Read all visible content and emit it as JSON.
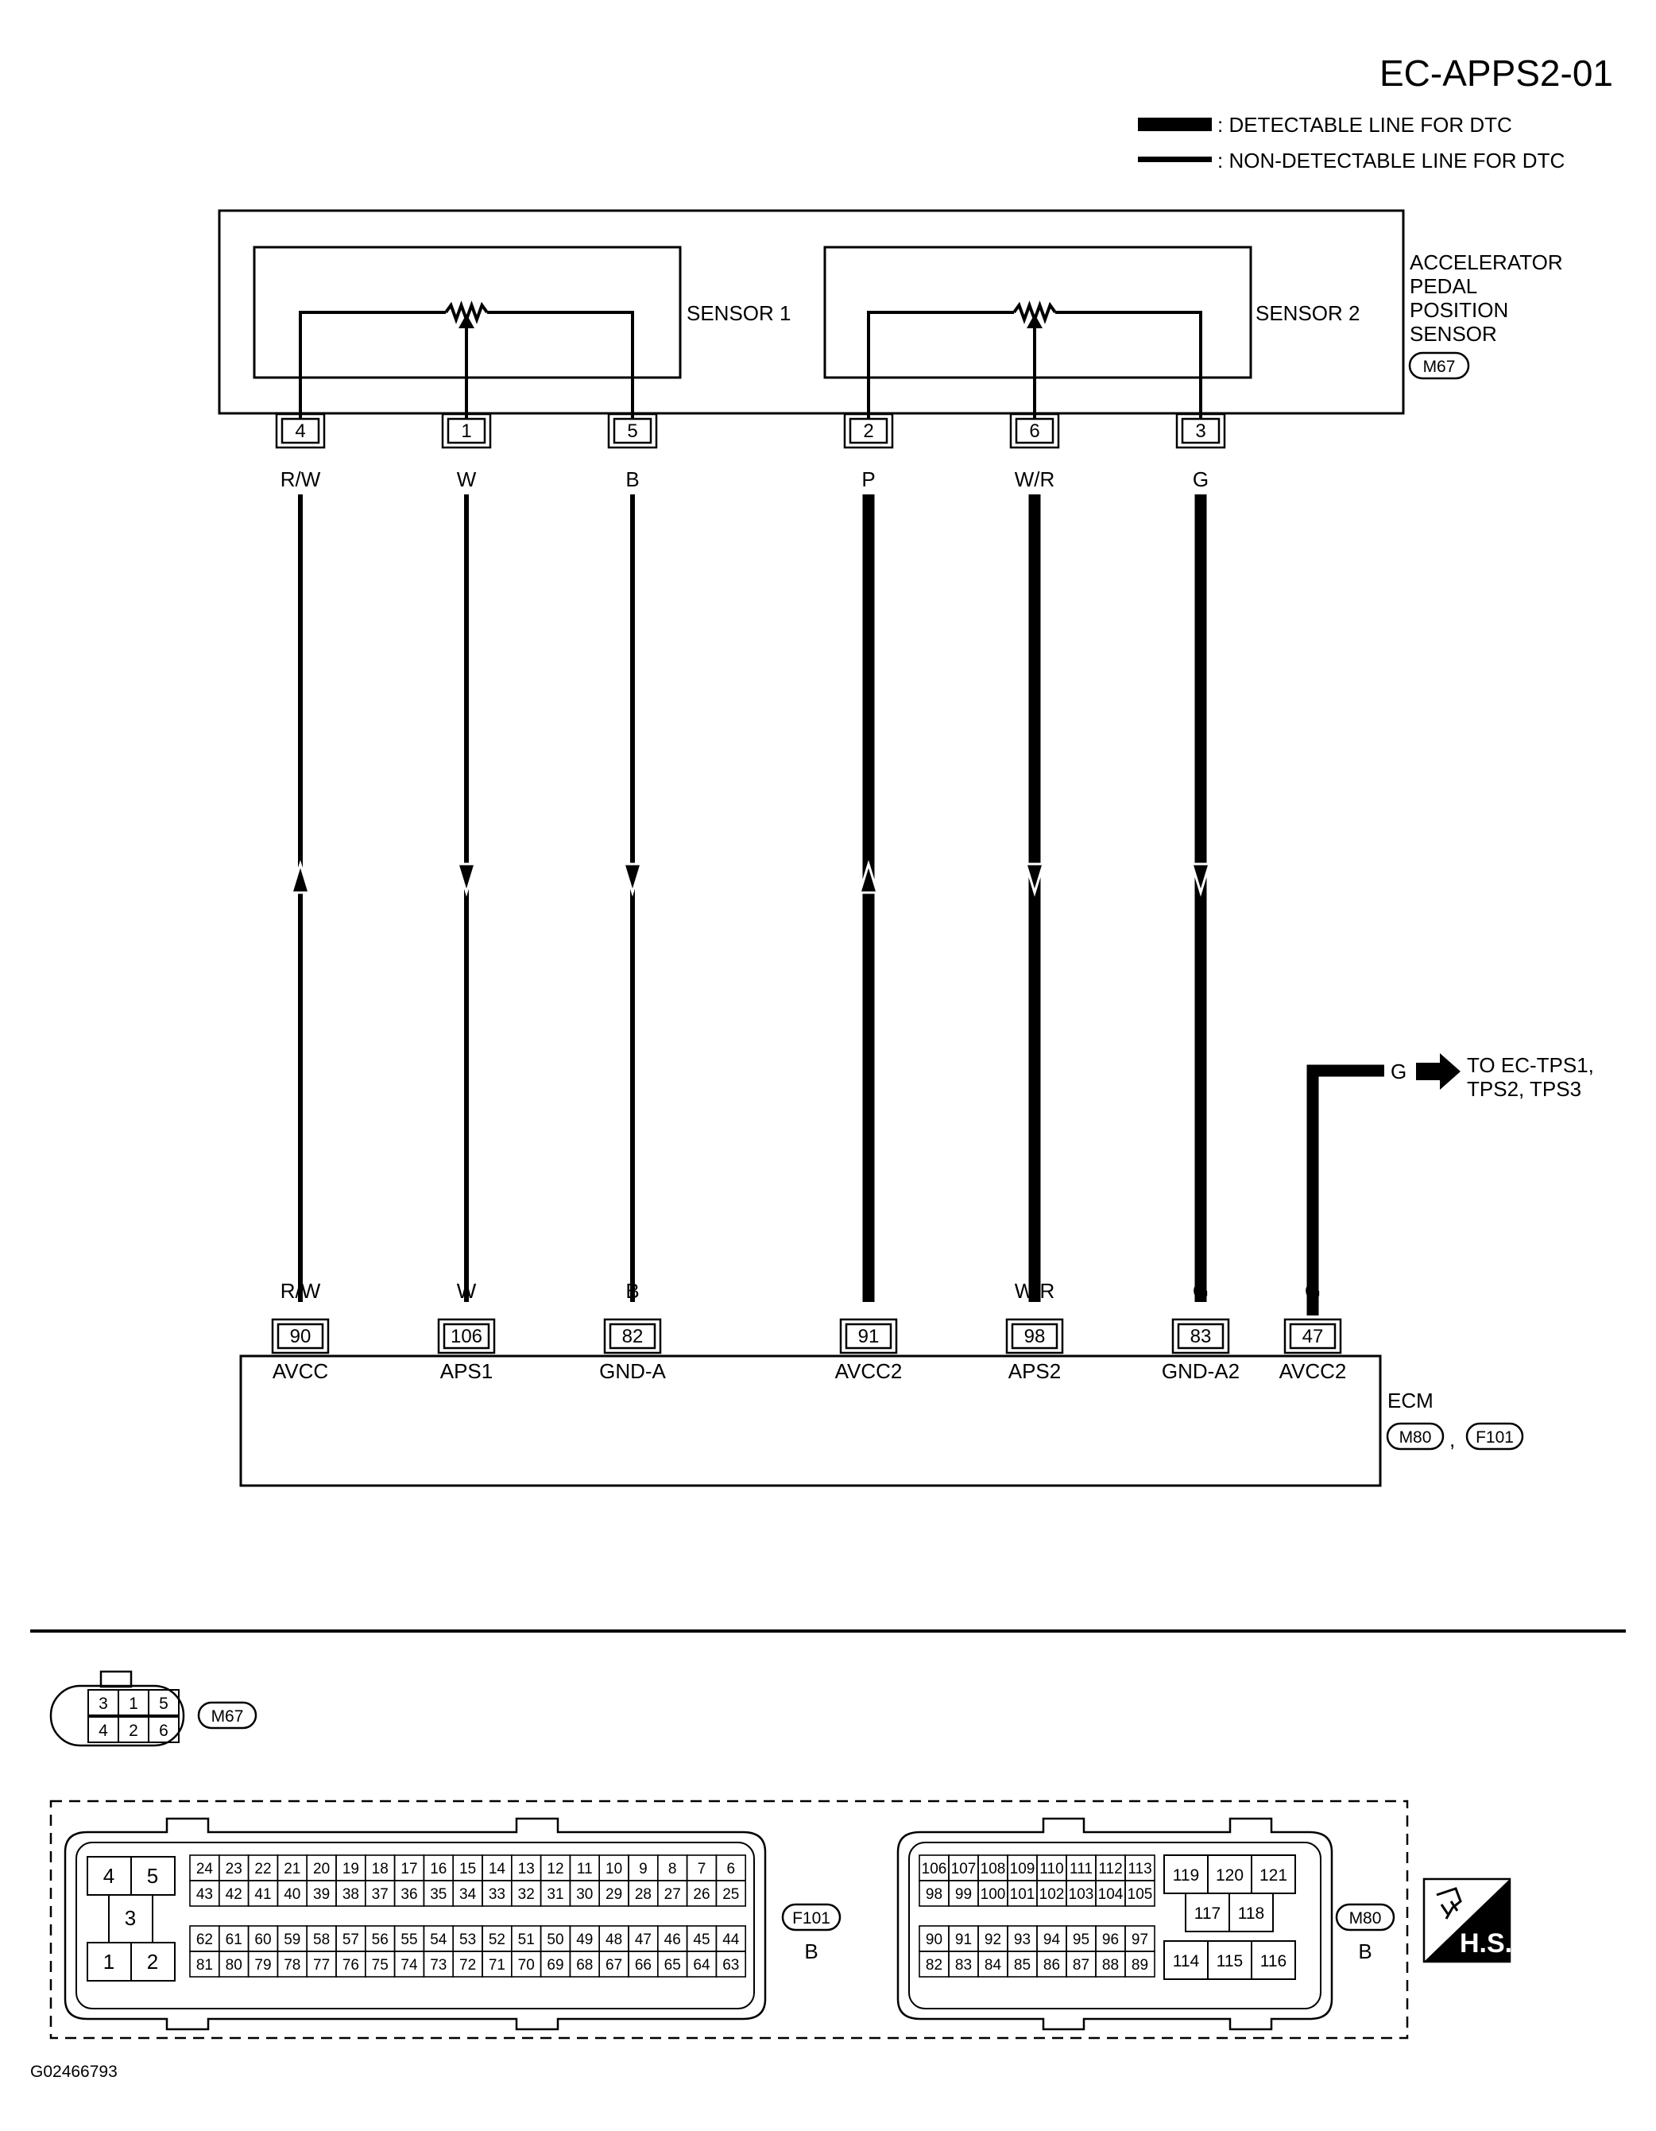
{
  "diagram_code": "EC-APPS2-01",
  "legend": {
    "detectable": ": DETECTABLE LINE FOR DTC",
    "non_detectable": ": NON-DETECTABLE LINE FOR DTC"
  },
  "sensor": {
    "name_lines": [
      "ACCELERATOR",
      "PEDAL",
      "POSITION",
      "SENSOR"
    ],
    "connector": "M67",
    "sub1": "SENSOR 1",
    "sub2": "SENSOR 2"
  },
  "wires": [
    {
      "sensor_pin": "4",
      "color": "R/W",
      "ecm_pin": "90",
      "ecm_label": "AVCC",
      "detectable": false,
      "direction": "up"
    },
    {
      "sensor_pin": "1",
      "color": "W",
      "ecm_pin": "106",
      "ecm_label": "APS1",
      "detectable": false,
      "direction": "down"
    },
    {
      "sensor_pin": "5",
      "color": "B",
      "ecm_pin": "82",
      "ecm_label": "GND-A",
      "detectable": false,
      "direction": "down"
    },
    {
      "sensor_pin": "2",
      "color": "P",
      "ecm_pin": "91",
      "ecm_label": "AVCC2",
      "detectable": true,
      "direction": "up"
    },
    {
      "sensor_pin": "6",
      "color": "W/R",
      "ecm_pin": "98",
      "ecm_label": "APS2",
      "detectable": true,
      "direction": "down"
    },
    {
      "sensor_pin": "3",
      "color": "G",
      "ecm_pin": "83",
      "ecm_label": "GND-A2",
      "detectable": true,
      "direction": "down"
    }
  ],
  "extra_wire": {
    "color_top": "G",
    "color_bottom": "G",
    "ecm_pin": "47",
    "ecm_label": "AVCC2",
    "detectable": true,
    "destination_lines": [
      "TO EC-TPS1,",
      "TPS2, TPS3"
    ]
  },
  "ecm": {
    "name": "ECM",
    "connectors": [
      "M80",
      "F101"
    ],
    "separator": ","
  },
  "connector_views": {
    "m67": {
      "label": "M67",
      "top_row": [
        "3",
        "1",
        "5"
      ],
      "bottom_row": [
        "4",
        "2",
        "6"
      ]
    },
    "f101": {
      "label": "F101",
      "color": "B",
      "power_pins": {
        "top": [
          "4",
          "5"
        ],
        "middle": "3",
        "bottom": [
          "1",
          "2"
        ]
      },
      "rows": [
        [
          "24",
          "23",
          "22",
          "21",
          "20",
          "19",
          "18",
          "17",
          "16",
          "15",
          "14",
          "13",
          "12",
          "11",
          "10",
          "9",
          "8",
          "7",
          "6"
        ],
        [
          "43",
          "42",
          "41",
          "40",
          "39",
          "38",
          "37",
          "36",
          "35",
          "34",
          "33",
          "32",
          "31",
          "30",
          "29",
          "28",
          "27",
          "26",
          "25"
        ],
        [
          "62",
          "61",
          "60",
          "59",
          "58",
          "57",
          "56",
          "55",
          "54",
          "53",
          "52",
          "51",
          "50",
          "49",
          "48",
          "47",
          "46",
          "45",
          "44"
        ],
        [
          "81",
          "80",
          "79",
          "78",
          "77",
          "76",
          "75",
          "74",
          "73",
          "72",
          "71",
          "70",
          "69",
          "68",
          "67",
          "66",
          "65",
          "64",
          "63"
        ]
      ]
    },
    "m80": {
      "label": "M80",
      "color": "B",
      "rows": [
        [
          "106",
          "107",
          "108",
          "109",
          "110",
          "111",
          "112",
          "113"
        ],
        [
          "98",
          "99",
          "100",
          "101",
          "102",
          "103",
          "104",
          "105"
        ],
        [
          "90",
          "91",
          "92",
          "93",
          "94",
          "95",
          "96",
          "97"
        ],
        [
          "82",
          "83",
          "84",
          "85",
          "86",
          "87",
          "88",
          "89"
        ]
      ],
      "side_pins": {
        "top": [
          "119",
          "120",
          "121"
        ],
        "middle": [
          "117",
          "118"
        ],
        "bottom": [
          "114",
          "115",
          "116"
        ]
      }
    }
  },
  "hs_badge": "H.S.",
  "footer_id": "G02466793"
}
